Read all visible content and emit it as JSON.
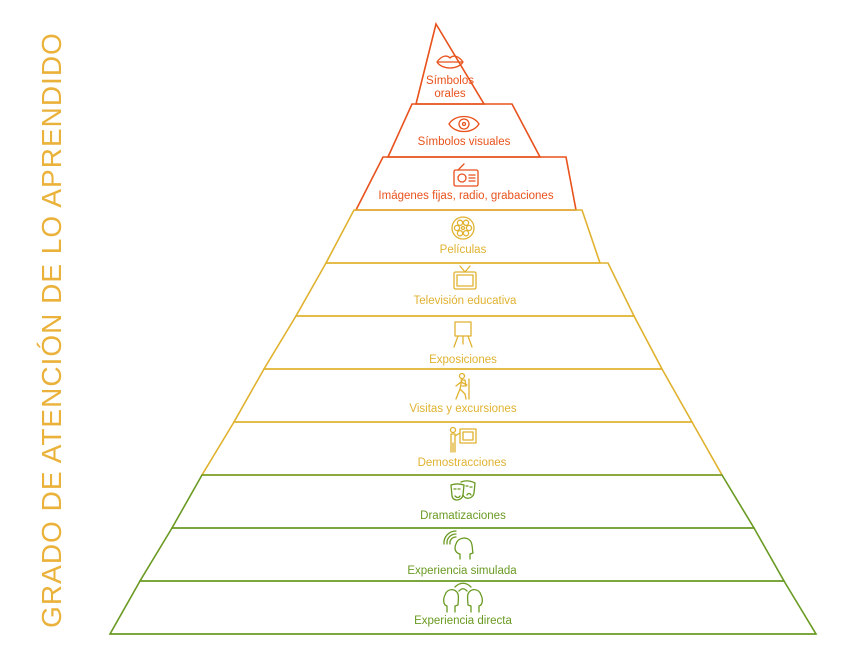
{
  "side_title": "GRADO DE ATENCIÓN DE LO APRENDIDO",
  "colors": {
    "orange": "#e8521c",
    "yellow": "#e0b230",
    "green": "#6a9a22"
  },
  "levels": [
    {
      "label_lines": [
        "Símbolos",
        "orales"
      ],
      "icon": "mouth-icon",
      "color": "orange"
    },
    {
      "label_lines": [
        "Símbolos visuales"
      ],
      "icon": "eye-icon",
      "color": "orange"
    },
    {
      "label_lines": [
        "Imágenes fijas, radio, grabaciones"
      ],
      "icon": "radio-icon",
      "color": "orange"
    },
    {
      "label_lines": [
        "Películas"
      ],
      "icon": "film-reel-icon",
      "color": "yellow"
    },
    {
      "label_lines": [
        "Televisión educativa"
      ],
      "icon": "television-icon",
      "color": "yellow"
    },
    {
      "label_lines": [
        "Exposiciones"
      ],
      "icon": "easel-icon",
      "color": "yellow"
    },
    {
      "label_lines": [
        "Visitas y excursiones"
      ],
      "icon": "hiker-icon",
      "color": "yellow"
    },
    {
      "label_lines": [
        "Demostracciones"
      ],
      "icon": "presenter-icon",
      "color": "yellow"
    },
    {
      "label_lines": [
        "Dramatizaciones"
      ],
      "icon": "theater-masks-icon",
      "color": "green"
    },
    {
      "label_lines": [
        "Experiencia simulada"
      ],
      "icon": "head-signal-icon",
      "color": "green"
    },
    {
      "label_lines": [
        "Experiencia directa"
      ],
      "icon": "two-heads-icon",
      "color": "green"
    }
  ]
}
